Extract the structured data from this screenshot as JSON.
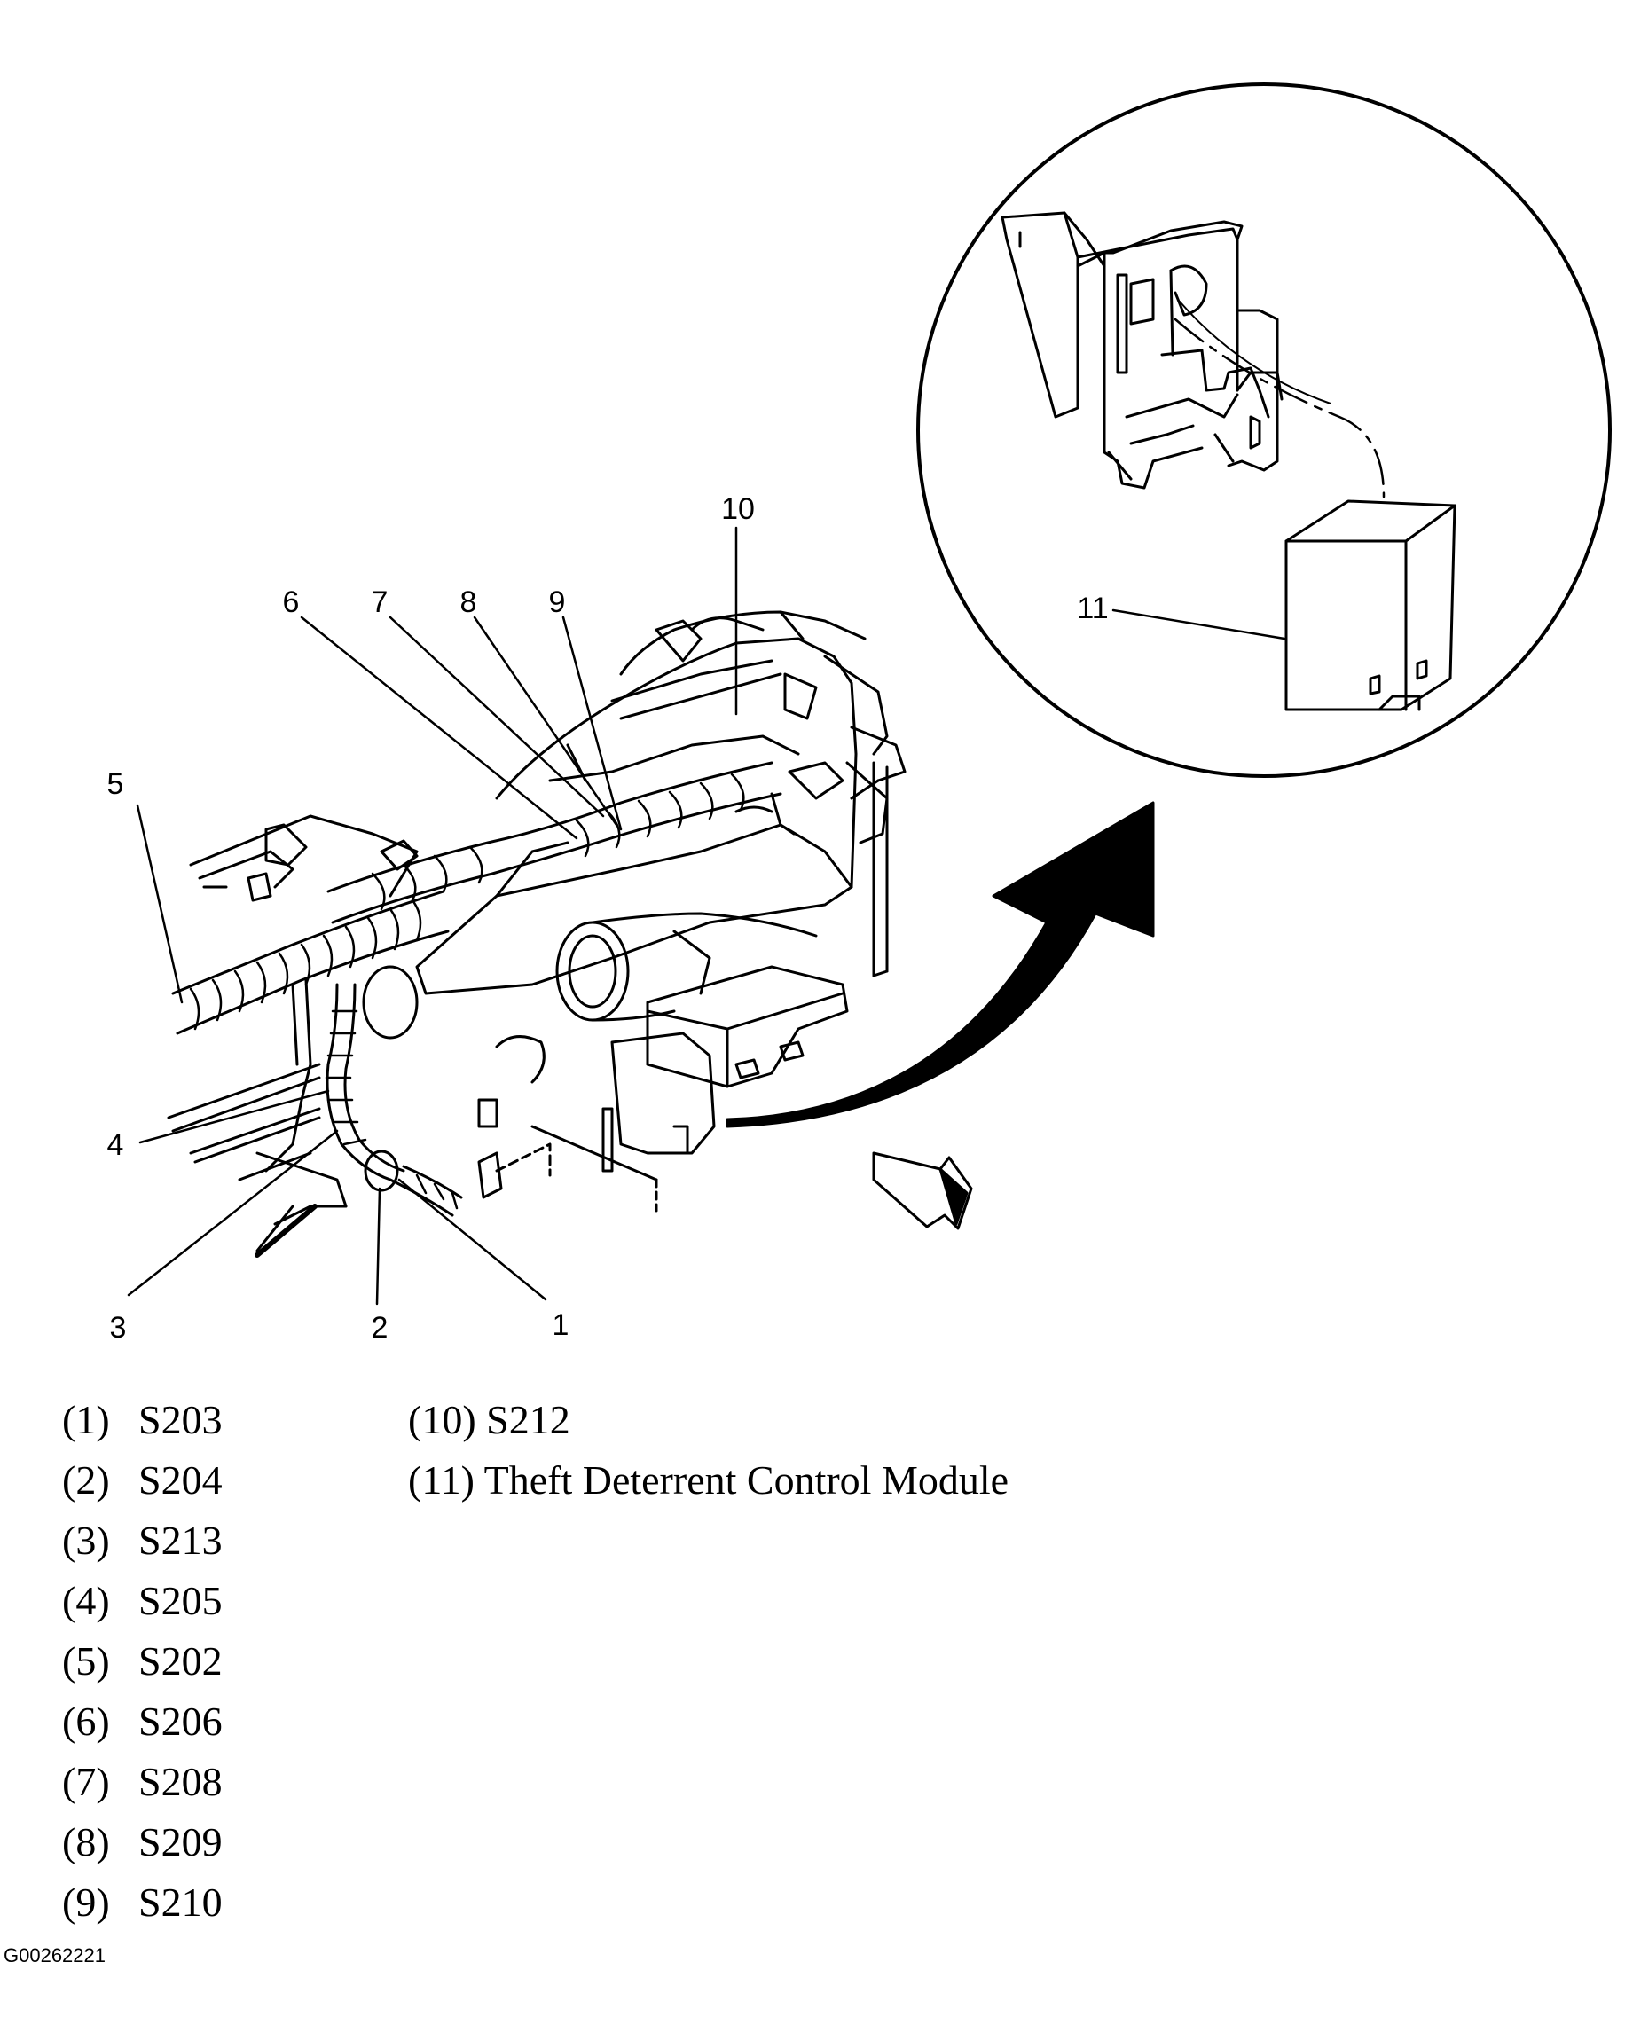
{
  "callouts": [
    "1",
    "2",
    "3",
    "4",
    "5",
    "6",
    "7",
    "8",
    "9",
    "10",
    "11"
  ],
  "legend": [
    {
      "num": "(1)",
      "text": "S203"
    },
    {
      "num": "(2)",
      "text": "S204"
    },
    {
      "num": "(3)",
      "text": "S213"
    },
    {
      "num": "(4)",
      "text": "S205"
    },
    {
      "num": "(5)",
      "text": "S202"
    },
    {
      "num": "(6)",
      "text": "S206"
    },
    {
      "num": "(7)",
      "text": "S208"
    },
    {
      "num": "(8)",
      "text": "S209"
    },
    {
      "num": "(9)",
      "text": "S210"
    },
    {
      "num": "(10)",
      "text": "S212"
    },
    {
      "num": "(11)",
      "text": "Theft Deterrent Control Module"
    }
  ],
  "figure_id": "G00262221"
}
